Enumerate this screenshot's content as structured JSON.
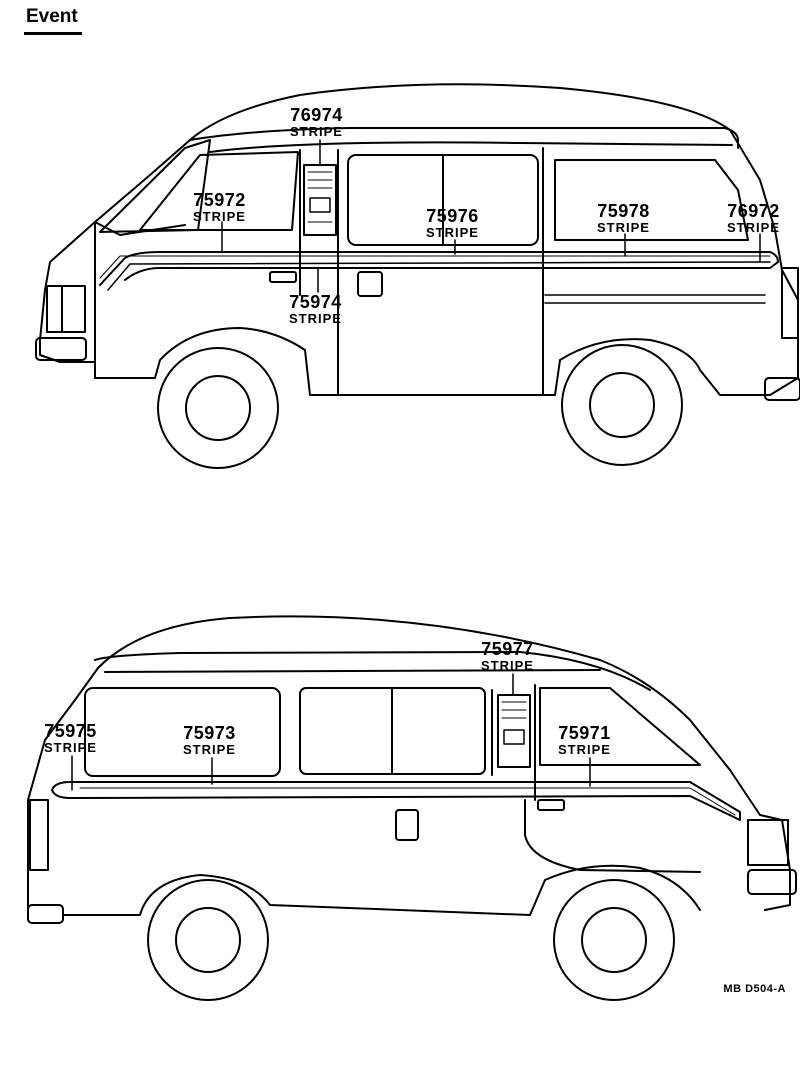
{
  "heading": "Event",
  "diagram_code": "MB  D504-A",
  "top_view": {
    "labels": [
      {
        "part": "76974",
        "text": "STRIPE"
      },
      {
        "part": "75972",
        "text": "STRIPE"
      },
      {
        "part": "75976",
        "text": "STRIPE"
      },
      {
        "part": "75978",
        "text": "STRIPE"
      },
      {
        "part": "76972",
        "text": "STRIPE"
      },
      {
        "part": "75974",
        "text": "STRIPE"
      }
    ]
  },
  "bottom_view": {
    "labels": [
      {
        "part": "75977",
        "text": "STRIPE"
      },
      {
        "part": "75975",
        "text": "STRIPE"
      },
      {
        "part": "75973",
        "text": "STRIPE"
      },
      {
        "part": "75971",
        "text": "STRIPE"
      }
    ]
  }
}
